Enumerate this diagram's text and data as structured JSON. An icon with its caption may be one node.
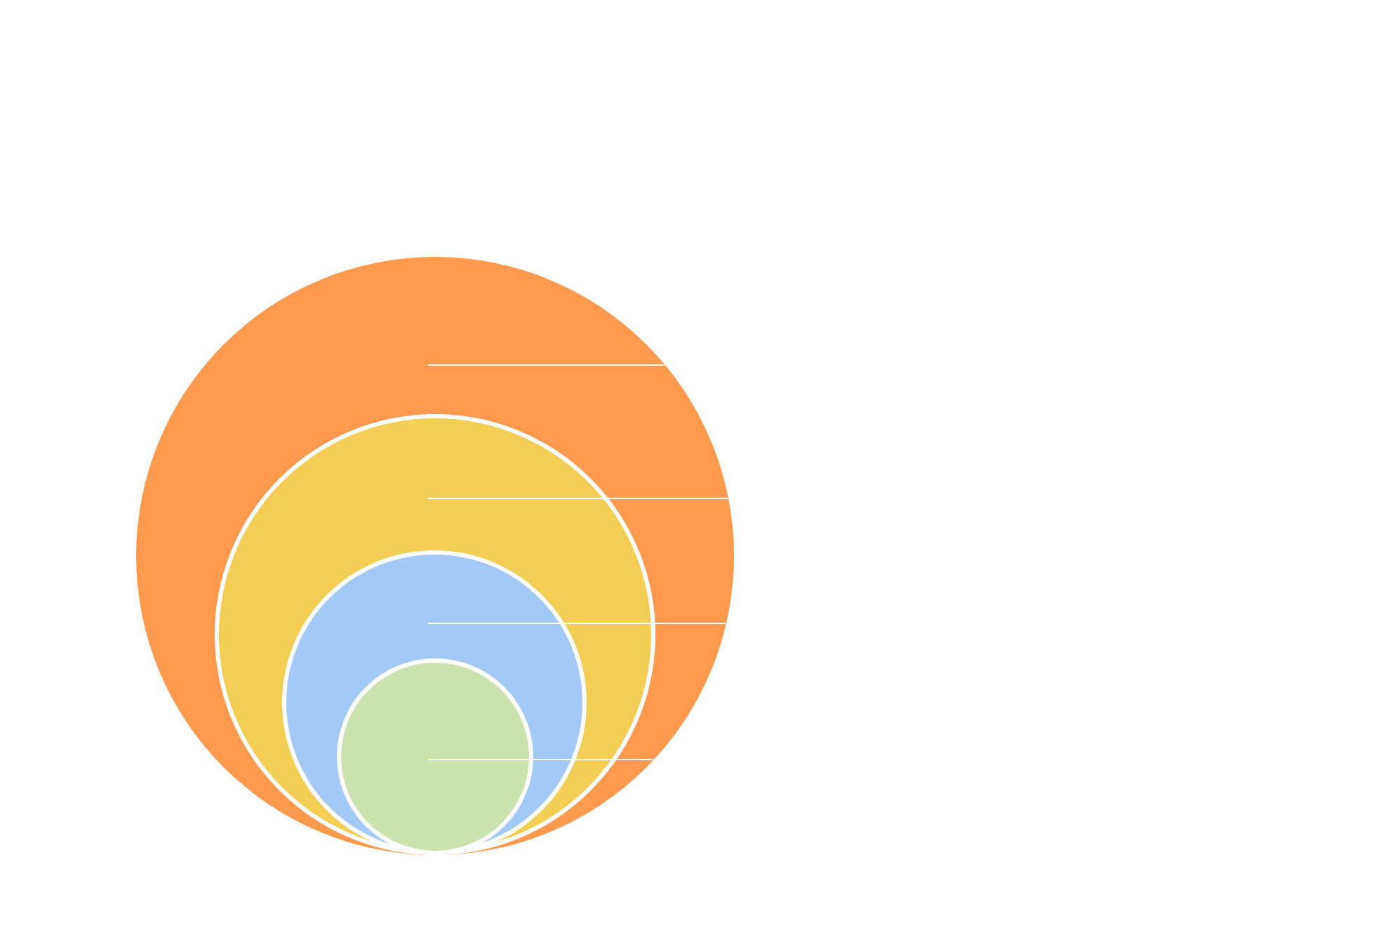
{
  "diagram": {
    "nodes": [
      {
        "text": [],
        "shape": "circle"
      },
      {
        "text": [],
        "shape": "circle",
        "in": 0
      },
      {
        "text": [],
        "shape": "circle",
        "in": 1
      },
      {
        "text": [],
        "shape": "circle",
        "in": 2
      }
    ],
    "edges": [
      {
        "from": null,
        "to": 0,
        "arrow": "none"
      },
      {
        "from": null,
        "to": 1,
        "arrow": "none"
      },
      {
        "from": null,
        "to": 2,
        "arrow": "none"
      },
      {
        "from": null,
        "to": 3,
        "arrow": "none"
      }
    ]
  }
}
